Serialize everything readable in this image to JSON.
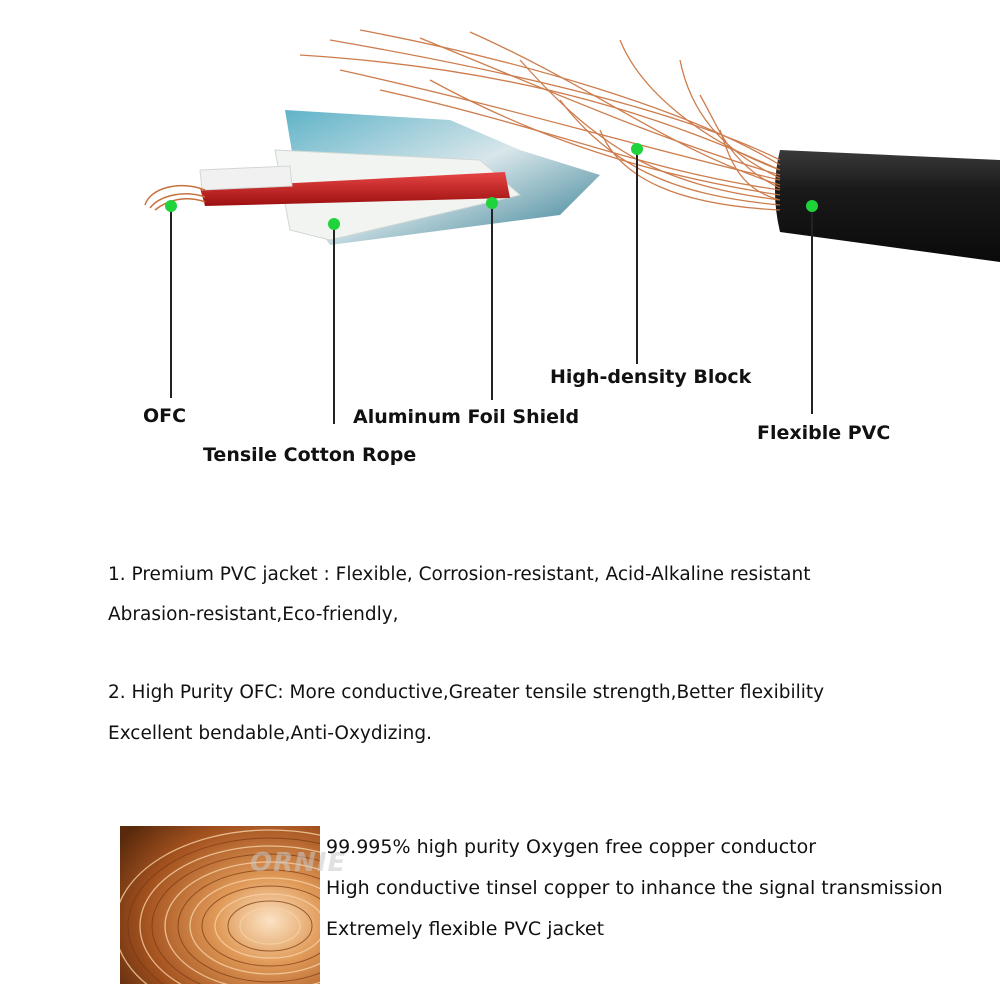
{
  "diagram": {
    "layers": [
      {
        "id": "ofc",
        "label": "OFC"
      },
      {
        "id": "rope",
        "label": "Tensile Cotton Rope"
      },
      {
        "id": "foil",
        "label": "Aluminum Foil Shield"
      },
      {
        "id": "braid",
        "label": "High-density Block"
      },
      {
        "id": "pvc",
        "label": "Flexible PVC"
      }
    ],
    "marker_color": "#1fd33a",
    "jacket_color": "#151515",
    "copper_color": "#c8703a",
    "foil_color": "#3a8fa6",
    "core_color": "#c81d1d"
  },
  "features": [
    {
      "line1": "1. Premium PVC jacket : Flexible, Corrosion-resistant, Acid-Alkaline resistant",
      "line2": "Abrasion-resistant,Eco-friendly,"
    },
    {
      "line1": "2. High Purity OFC: More conductive,Greater tensile strength,Better flexibility",
      "line2": "Excellent bendable,Anti-Oxydizing."
    }
  ],
  "copper_section": {
    "watermark": "ORNIE",
    "lines": [
      "99.995% high purity Oxygen free copper conductor",
      "High conductive tinsel copper to inhance the signal transmission",
      "Extremely flexible PVC jacket"
    ]
  }
}
